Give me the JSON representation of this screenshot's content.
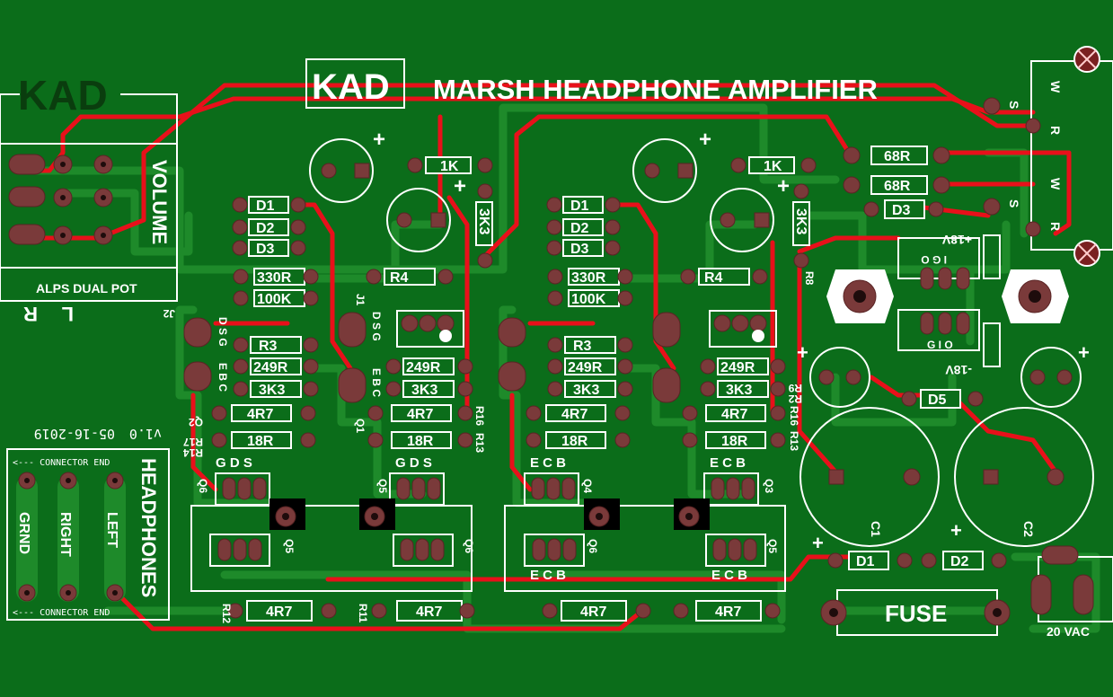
{
  "board": {
    "logo": "KAD",
    "logo_mirrored": "KAD",
    "title": "MARSH HEADPHONE AMPLIFIER",
    "version": "v1.0",
    "date": "05-16-2019",
    "pot_label": "ALPS DUAL POT",
    "volume_label": "VOLUME",
    "headphones_label": "HEADPHONES",
    "connector_end": "<--- CONNECTOR END",
    "hp_pins": [
      "GRND",
      "RIGHT",
      "LEFT"
    ],
    "pot_channels": [
      "L",
      "R"
    ],
    "fuse_label": "FUSE",
    "vac_label": "20 VAC",
    "out_labels": [
      "W",
      "S",
      "R",
      "W",
      "S",
      "R"
    ],
    "rail_pos": "+18V",
    "rail_neg": "-18V",
    "reg_pins_pos": "I G O",
    "reg_pins_neg": "G I O"
  },
  "channel_left": {
    "diodes": [
      "D1",
      "D2",
      "D3"
    ],
    "resistors": [
      "330R",
      "100K",
      "R4",
      "R3",
      "249R",
      "3K3",
      "4R7",
      "18R",
      "1K",
      "3K3",
      "4R7",
      "4R7"
    ],
    "jumpers": [
      "J2",
      "J1"
    ],
    "transistors": [
      "Q6",
      "Q5",
      "Q5",
      "Q6",
      "Q2",
      "Q1"
    ],
    "pinouts": [
      "G D S",
      "G D S",
      "D S G",
      "E B C",
      "E B C"
    ],
    "refs": [
      "R17",
      "R14",
      "R16",
      "R13",
      "R9",
      "R2",
      "R12",
      "R11",
      "R8"
    ]
  },
  "channel_right": {
    "diodes": [
      "D1",
      "D2",
      "D3"
    ],
    "resistors": [
      "330R",
      "100K",
      "R4",
      "R3",
      "249R",
      "3K3",
      "4R7",
      "18R",
      "1K",
      "3K3",
      "4R7",
      "4R7"
    ],
    "transistors": [
      "Q4",
      "Q3",
      "Q6",
      "Q5"
    ],
    "pinouts": [
      "E C B",
      "E C B",
      "E C B",
      "E C B"
    ]
  },
  "power": {
    "outputs": [
      "68R",
      "68R",
      "D3"
    ],
    "diodes": [
      "D5",
      "D1",
      "D2"
    ],
    "caps": [
      "C1",
      "C2"
    ],
    "refs": [
      "R9",
      "R2",
      "R16",
      "R13"
    ]
  },
  "colors": {
    "board": "#0b6d1a",
    "copper": "#1e8a2a",
    "top_trace": "#e8101a",
    "pad": "#7a3a3a",
    "silkscreen": "#ffffff"
  }
}
